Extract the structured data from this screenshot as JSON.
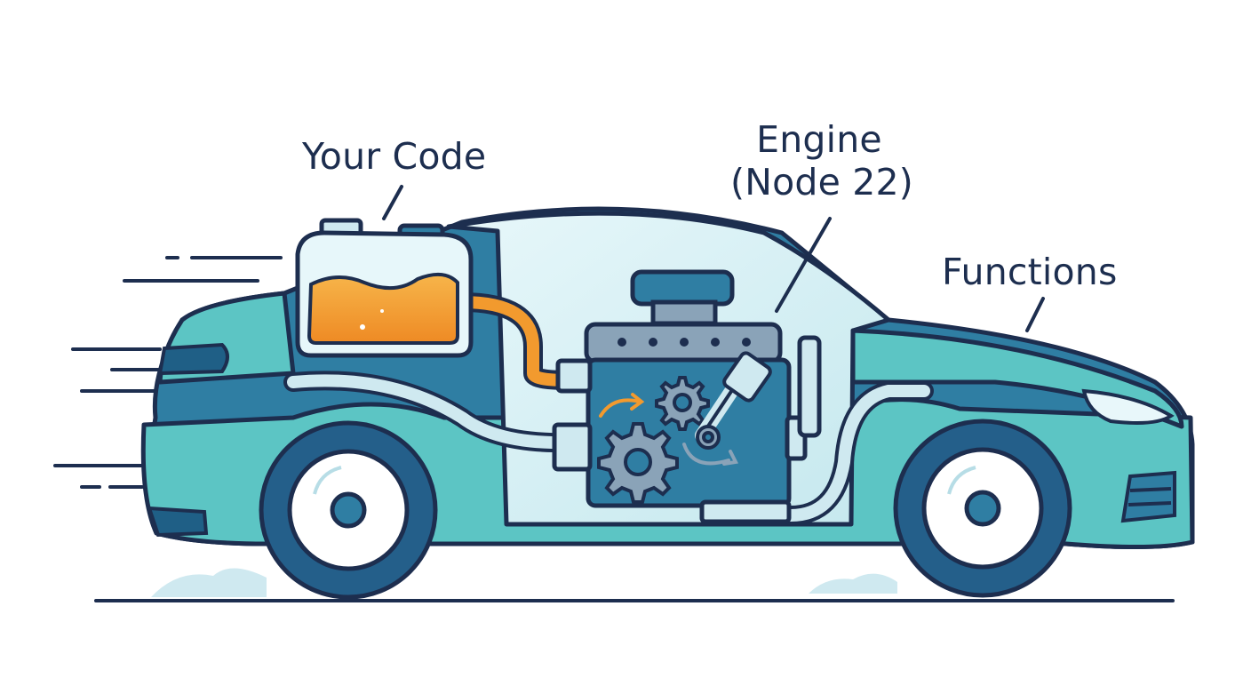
{
  "labels": {
    "your_code": "Your Code",
    "engine_line1": "Engine",
    "engine_line2": "(Node 22)",
    "functions": "Functions"
  },
  "colors": {
    "outline": "#1d2e4f",
    "body_dark": "#2f7ea3",
    "body_light": "#5cc5c4",
    "glass": "#d8f0f4",
    "fuel": "#f29a2e",
    "engine_grey": "#8aa3b8",
    "tire": "#245f8a",
    "ground_mist": "#cfe9f0"
  },
  "icons": [
    "fuel-tank-icon",
    "engine-block-icon",
    "gear-icon",
    "piston-icon",
    "wheel-icon",
    "speed-lines-icon"
  ]
}
